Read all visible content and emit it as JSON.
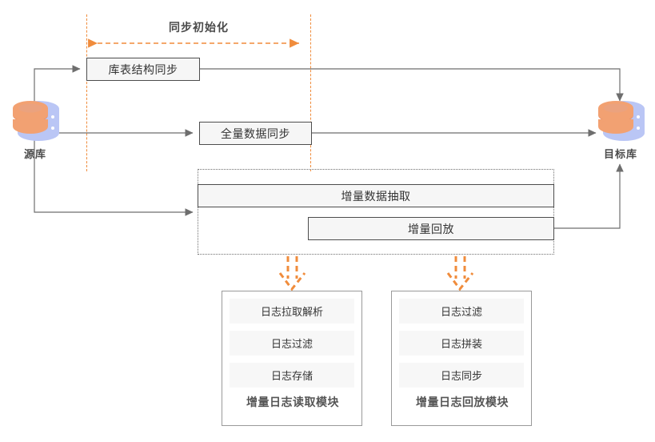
{
  "diagram": {
    "title_span": "同步初始化",
    "source_db": {
      "label": "源库",
      "icon": "database-icon"
    },
    "target_db": {
      "label": "目标库",
      "icon": "database-icon"
    },
    "stages": [
      {
        "id": "schema-sync",
        "label": "库表结构同步"
      },
      {
        "id": "full-sync",
        "label": "全量数据同步"
      },
      {
        "id": "incr-extract",
        "label": "增量数据抽取"
      },
      {
        "id": "incr-replay",
        "label": "增量回放"
      }
    ],
    "modules": [
      {
        "id": "log-read-module",
        "title": "增量日志读取模块",
        "items": [
          "日志拉取解析",
          "日志过滤",
          "日志存储"
        ]
      },
      {
        "id": "log-replay-module",
        "title": "增量日志回放模块",
        "items": [
          "日志过滤",
          "日志拼装",
          "日志同步"
        ]
      }
    ],
    "colors": {
      "accent_orange": "#f08c3c",
      "db_front": "#f2a172",
      "db_back": "#bac6f5",
      "box_fill": "#f6f6f6",
      "box_border": "#4d4d4d",
      "line": "#6e6e6e",
      "text": "#333333",
      "background": "#ffffff"
    }
  }
}
